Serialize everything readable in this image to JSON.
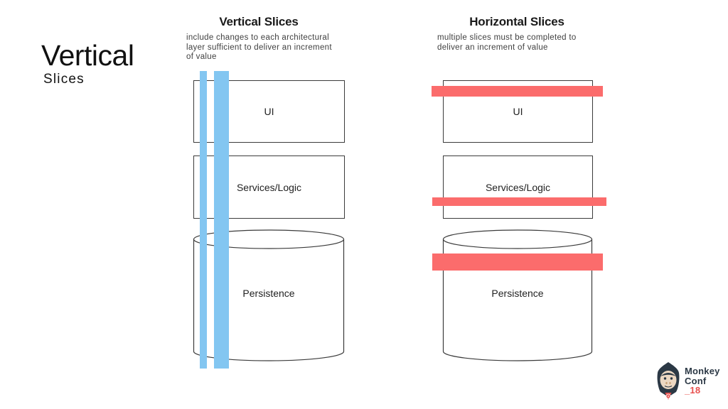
{
  "slide": {
    "heading": {
      "primary": "Vertical",
      "secondary": "Slices"
    }
  },
  "diagrams": [
    {
      "title": "Vertical Slices",
      "caption_lines": [
        "include changes to each architectural",
        "layer sufficient to deliver an increment",
        "of value"
      ],
      "layers": {
        "ui": "UI",
        "services": "Services/Logic",
        "persistence": "Persistence"
      },
      "slice_orientation": "vertical",
      "slice_color": "#83c6f1",
      "slice_count": 2
    },
    {
      "title": "Horizontal Slices",
      "caption_lines": [
        "multiple slices must be completed to",
        "deliver an increment of value"
      ],
      "layers": {
        "ui": "UI",
        "services": "Services/Logic",
        "persistence": "Persistence"
      },
      "slice_orientation": "horizontal",
      "slice_color": "#fb6c6c",
      "slice_count": 3
    }
  ],
  "colors": {
    "background": "#ffffff",
    "box_border": "#3b3b3b",
    "vertical_slice_blue": "#83c6f1",
    "horizontal_slice_red": "#fb6c6c",
    "logo_navy": "#2b3845",
    "logo_red": "#e8504e"
  },
  "logo": {
    "line1": "Monkey",
    "line2": "Conf",
    "line3": "_18"
  }
}
